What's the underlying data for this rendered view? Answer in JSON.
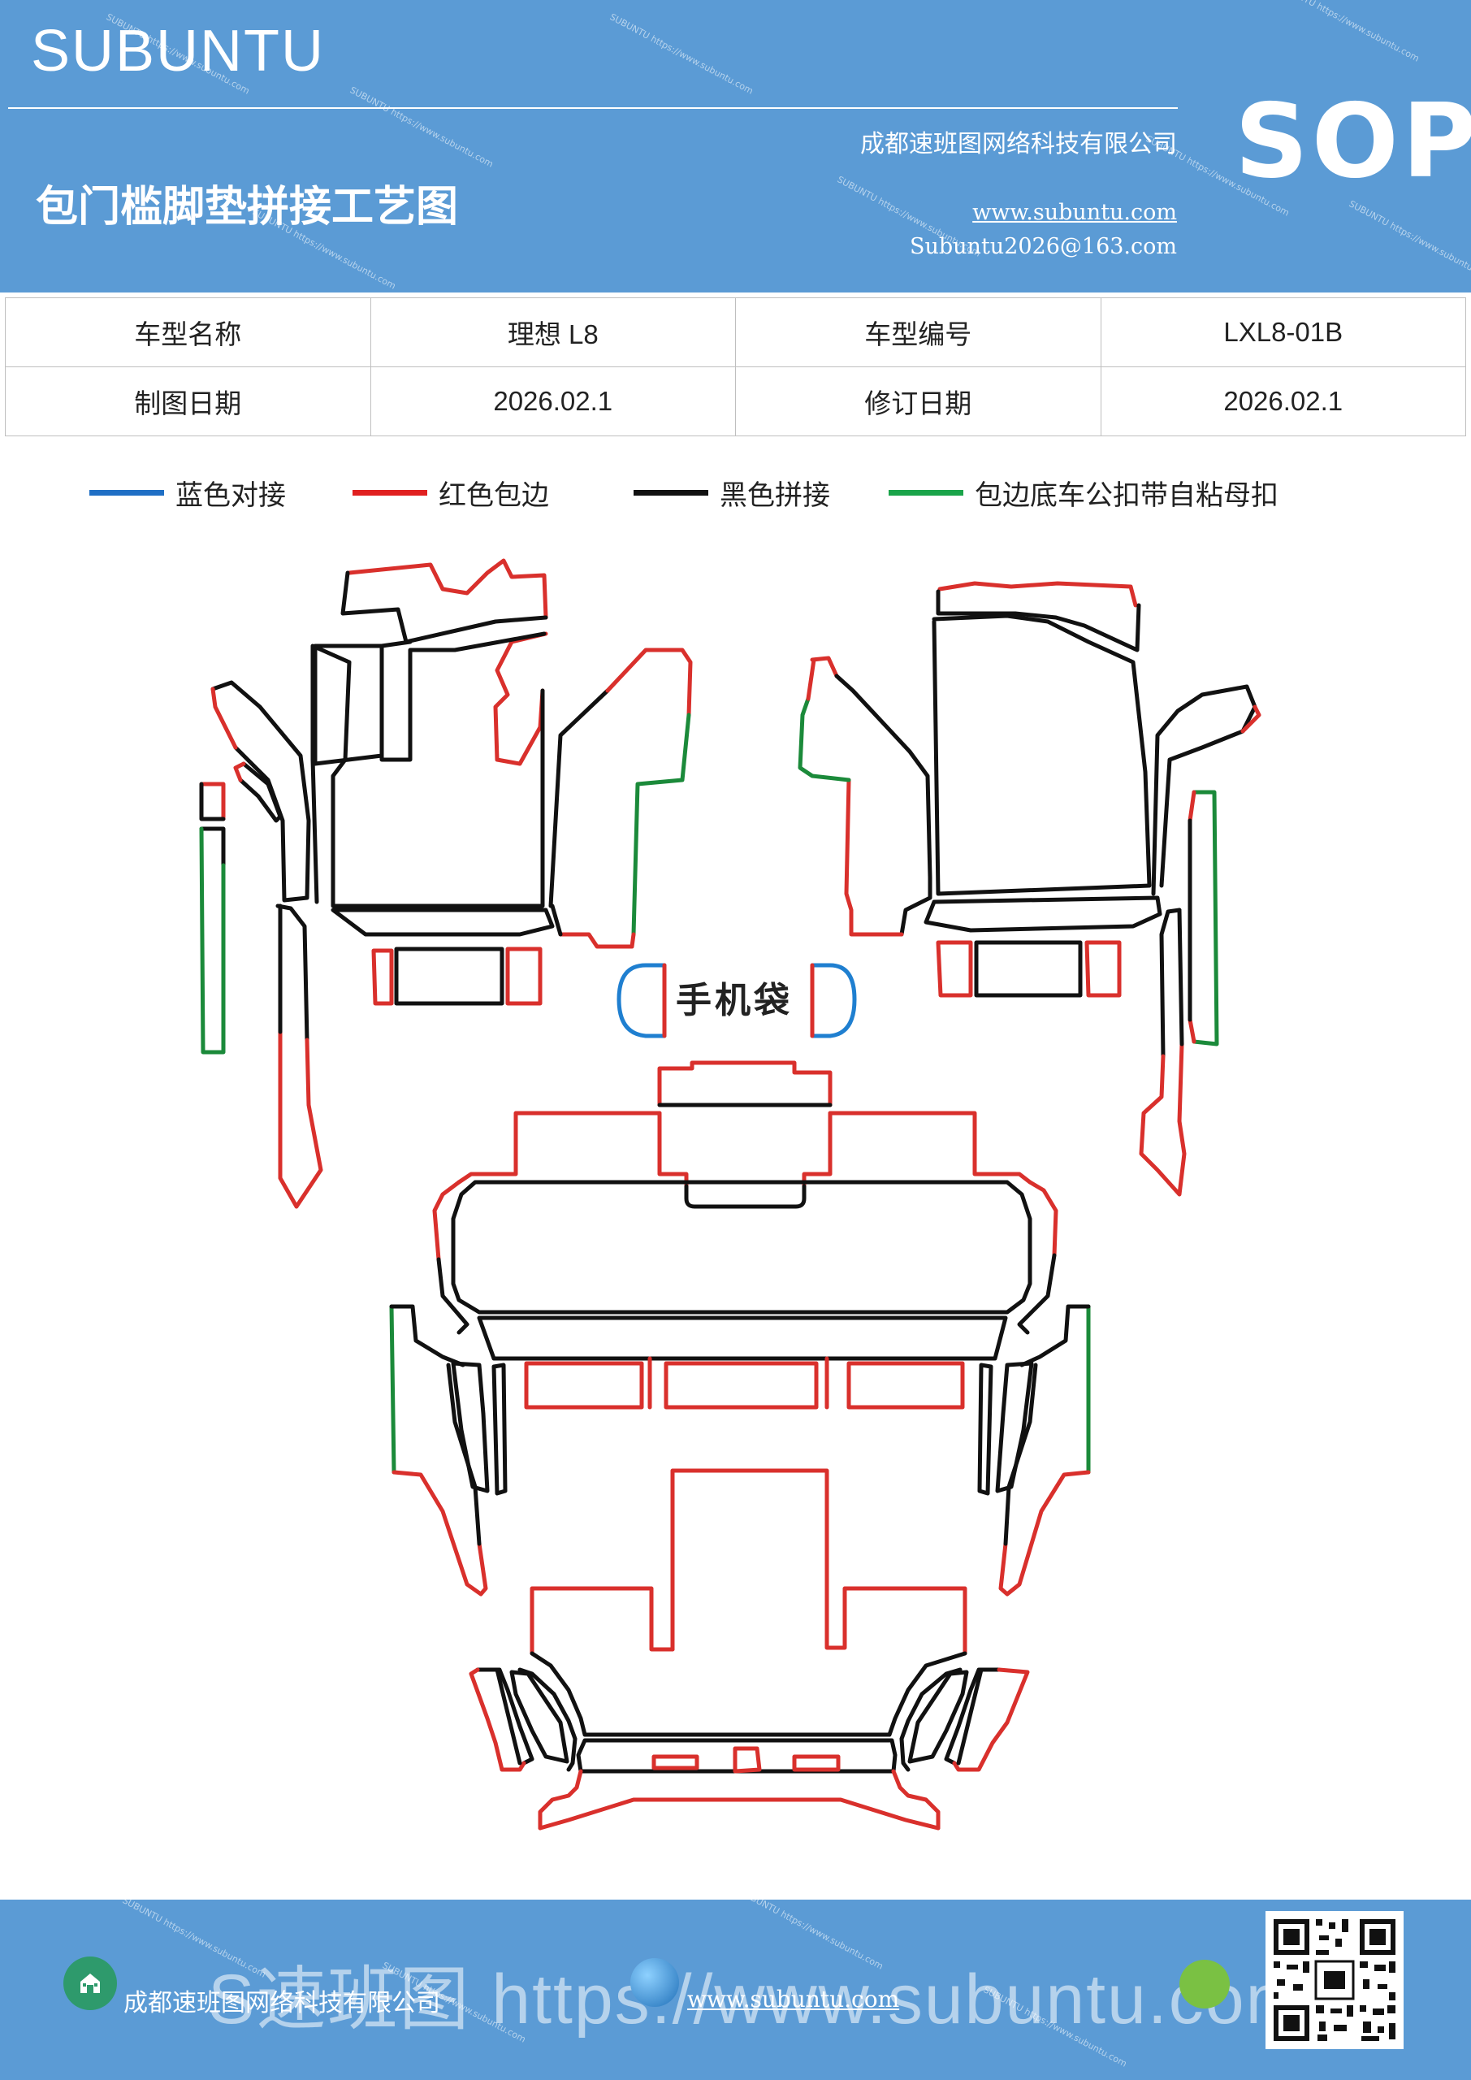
{
  "header": {
    "brand": "SUBUNTU",
    "title": "包门槛脚垫拼接工艺图",
    "company": "成都速班图网络科技有限公司",
    "website": "www.subuntu.com",
    "email": "Subuntu2026@163.com",
    "badge": "SOP"
  },
  "info_table": {
    "row1": {
      "label1": "车型名称",
      "value1": "理想 L8",
      "label2": "车型编号",
      "value2": "LXL8-01B"
    },
    "row2": {
      "label1": "制图日期",
      "value1": "2026.02.1",
      "label2": "修订日期",
      "value2": "2026.02.1"
    }
  },
  "legend": [
    {
      "label": "蓝色对接",
      "color": "#1f6fc5"
    },
    {
      "label": "红色包边",
      "color": "#e02020"
    },
    {
      "label": "黑色拼接",
      "color": "#111111"
    },
    {
      "label": "包边底车公扣带自粘母扣",
      "color": "#1aa44a"
    }
  ],
  "colors": {
    "blue": "#1f7fd0",
    "red": "#d9302c",
    "black": "#111111",
    "green": "#1b8a3a",
    "header_bg": "#5b9bd5"
  },
  "diagram": {
    "phone_pocket_label": "手机袋"
  },
  "footer": {
    "company": "成都速班图网络科技有限公司",
    "website": "www.subuntu.com",
    "watermark": "S速班图 https://www.subuntu.com",
    "icons": [
      "home-icon",
      "globe-icon",
      "wechat-icon",
      "qr-code"
    ]
  }
}
